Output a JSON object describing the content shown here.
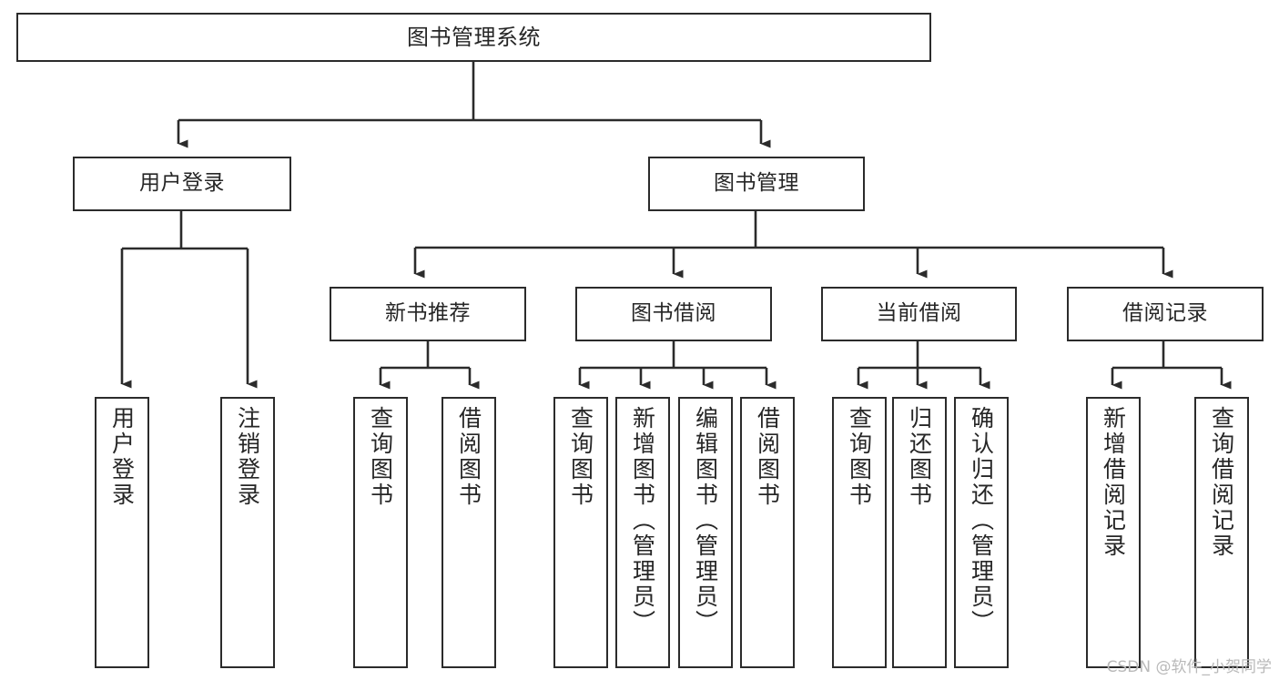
{
  "diagram": {
    "title": "图书管理系统",
    "type": "tree-hierarchy",
    "watermark": "CSDN @软件_小贺同学",
    "colors": {
      "box_border": "#2b2b2b",
      "box_fill": "#ffffff",
      "connector": "#2b2b2b",
      "text": "#262626",
      "watermark": "#b9b9b9",
      "background": "#ffffff"
    },
    "root": {
      "label": "图书管理系统"
    },
    "level2": [
      {
        "label": "用户登录"
      },
      {
        "label": "图书管理"
      }
    ],
    "level3": [
      {
        "label": "新书推荐"
      },
      {
        "label": "图书借阅"
      },
      {
        "label": "当前借阅"
      },
      {
        "label": "借阅记录"
      }
    ],
    "leaves": {
      "user_login": [
        {
          "label": "用户登录"
        },
        {
          "label": "注销登录"
        }
      ],
      "new_book_recommend": [
        {
          "label": "查询图书"
        },
        {
          "label": "借阅图书"
        }
      ],
      "book_borrow": [
        {
          "label": "查询图书"
        },
        {
          "label": "新增图书（管理员）"
        },
        {
          "label": "编辑图书（管理员）"
        },
        {
          "label": "借阅图书"
        }
      ],
      "current_borrow": [
        {
          "label": "查询图书"
        },
        {
          "label": "归还图书"
        },
        {
          "label": "确认归还（管理员）"
        }
      ],
      "borrow_record": [
        {
          "label": "新增借阅记录"
        },
        {
          "label": "查询借阅记录"
        }
      ]
    }
  }
}
